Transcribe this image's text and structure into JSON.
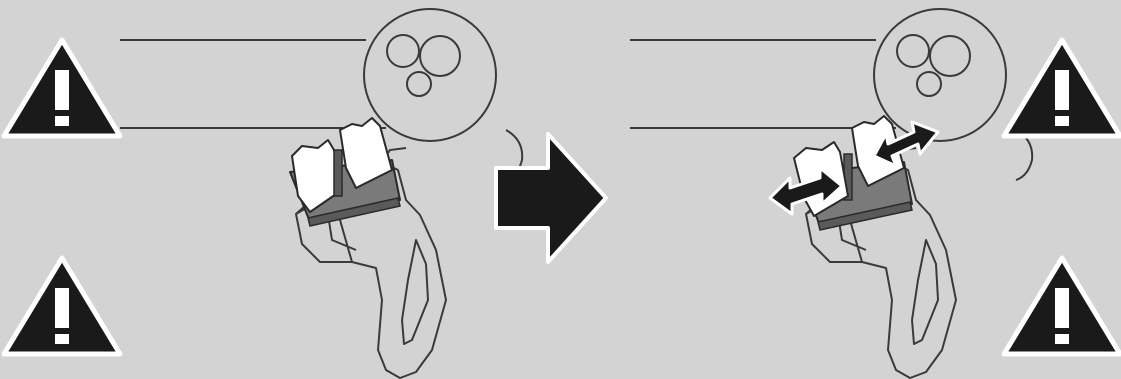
{
  "colors": {
    "background": "#d3d3d3",
    "line": "#3a3a3a",
    "warning_fill": "#1a1a1a",
    "warning_symbol": "#ffffff",
    "tab_fill": "#ffffff",
    "plate_fill": "#7a7a7a",
    "arrow_fill": "#1a1a1a"
  },
  "icons": {
    "warning": "warning-triangle-icon",
    "step_arrow": "arrow-right-icon",
    "pull_arrows": "double-headed-arrow-icon"
  },
  "warning_symbol": "!",
  "panels": [
    {
      "id": "before",
      "state": "clip closed"
    },
    {
      "id": "after",
      "state": "tabs pulled apart"
    }
  ]
}
